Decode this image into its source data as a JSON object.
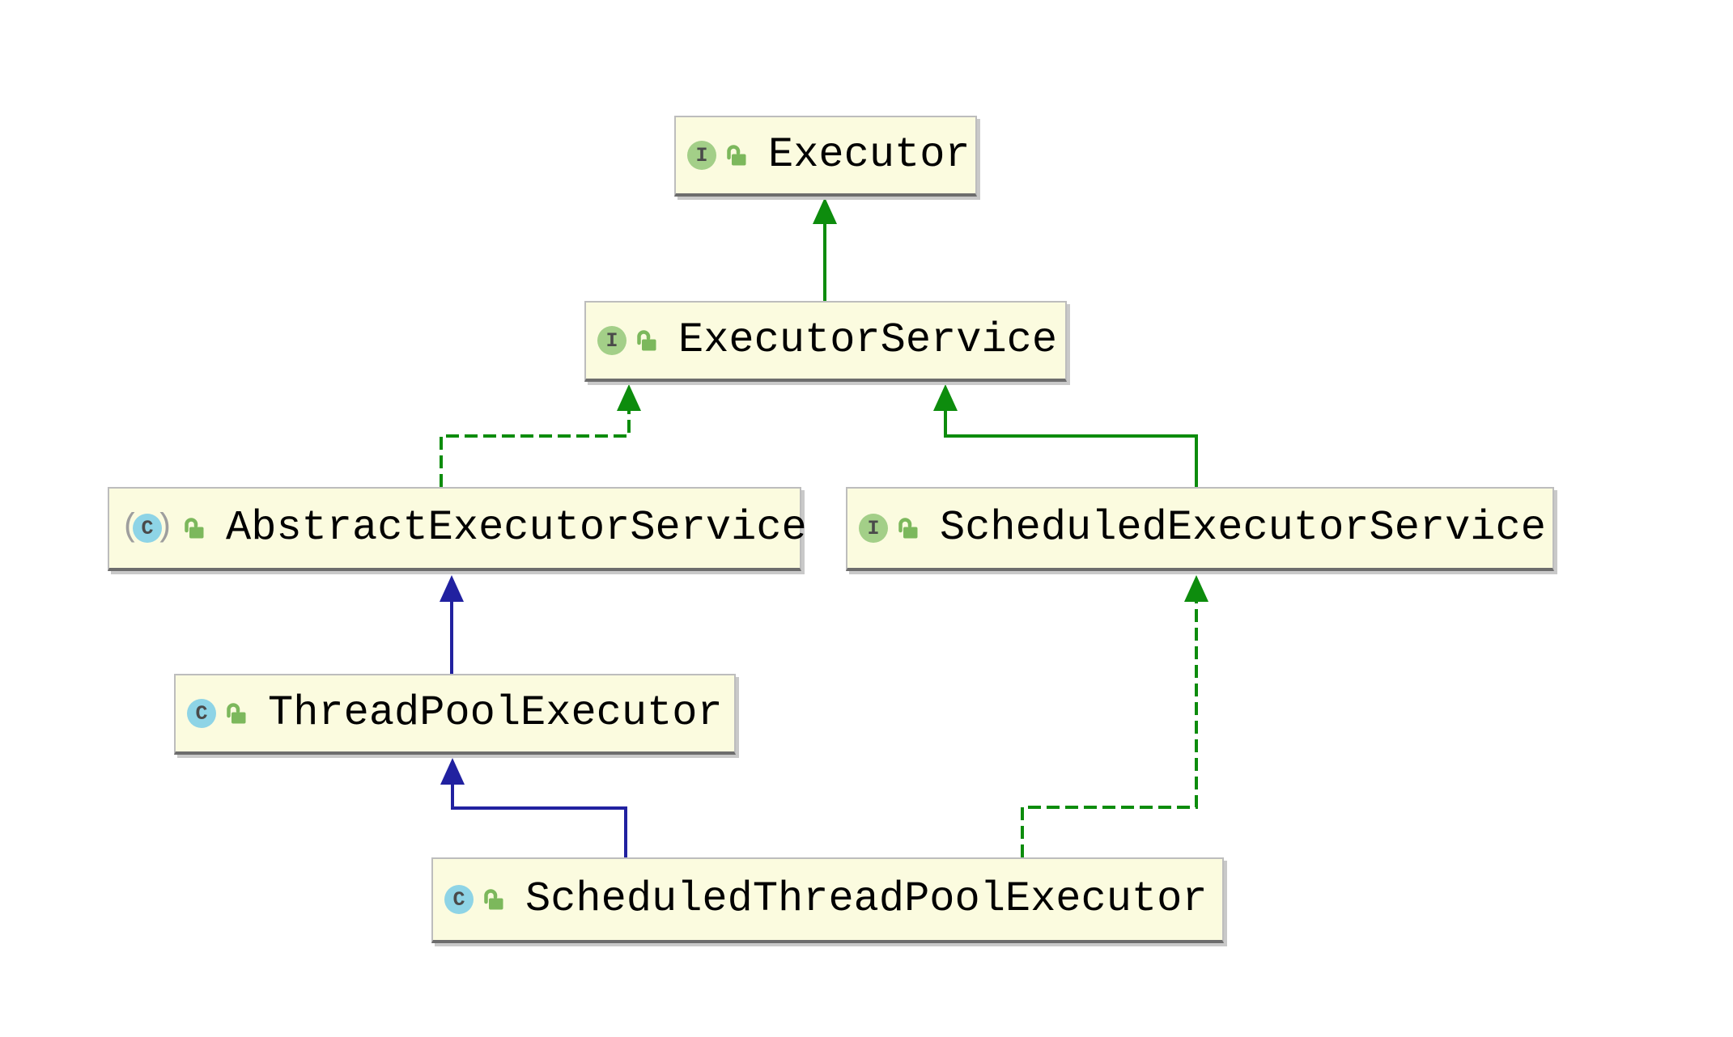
{
  "diagram": {
    "icons": {
      "interface_letter": "I",
      "class_letter": "C",
      "abstract_paren_open": "(",
      "abstract_paren_close": ")"
    },
    "nodes": [
      {
        "label": "Executor",
        "kind": "interface"
      },
      {
        "label": "ExecutorService",
        "kind": "interface"
      },
      {
        "label": "AbstractExecutorService",
        "kind": "abstract-class"
      },
      {
        "label": "ScheduledExecutorService",
        "kind": "interface"
      },
      {
        "label": "ThreadPoolExecutor",
        "kind": "class"
      },
      {
        "label": "ScheduledThreadPoolExecutor",
        "kind": "class"
      }
    ],
    "edges": [
      {
        "from": "ExecutorService",
        "to": "Executor",
        "relation": "extends",
        "line": "solid-green"
      },
      {
        "from": "AbstractExecutorService",
        "to": "ExecutorService",
        "relation": "implements",
        "line": "dashed-green"
      },
      {
        "from": "ScheduledExecutorService",
        "to": "ExecutorService",
        "relation": "extends",
        "line": "solid-green"
      },
      {
        "from": "ThreadPoolExecutor",
        "to": "AbstractExecutorService",
        "relation": "extends",
        "line": "solid-navy"
      },
      {
        "from": "ScheduledThreadPoolExecutor",
        "to": "ThreadPoolExecutor",
        "relation": "extends",
        "line": "solid-navy"
      },
      {
        "from": "ScheduledThreadPoolExecutor",
        "to": "ScheduledExecutorService",
        "relation": "implements",
        "line": "dashed-green"
      }
    ],
    "colors": {
      "node_fill": "#fbfbdf",
      "node_border": "#bdbdbd",
      "node_border_bottom": "#6d6d6d",
      "node_shadow": "#c9c9c9",
      "green_line": "#0d8c0d",
      "navy_line": "#2121a0",
      "interface_icon": "#a3cf88",
      "class_icon": "#8ed4e6",
      "lock_icon": "#7cb85c",
      "paren": "#9e9e9e",
      "icon_letter": "#4a4a4a",
      "label_text": "#000000"
    }
  }
}
